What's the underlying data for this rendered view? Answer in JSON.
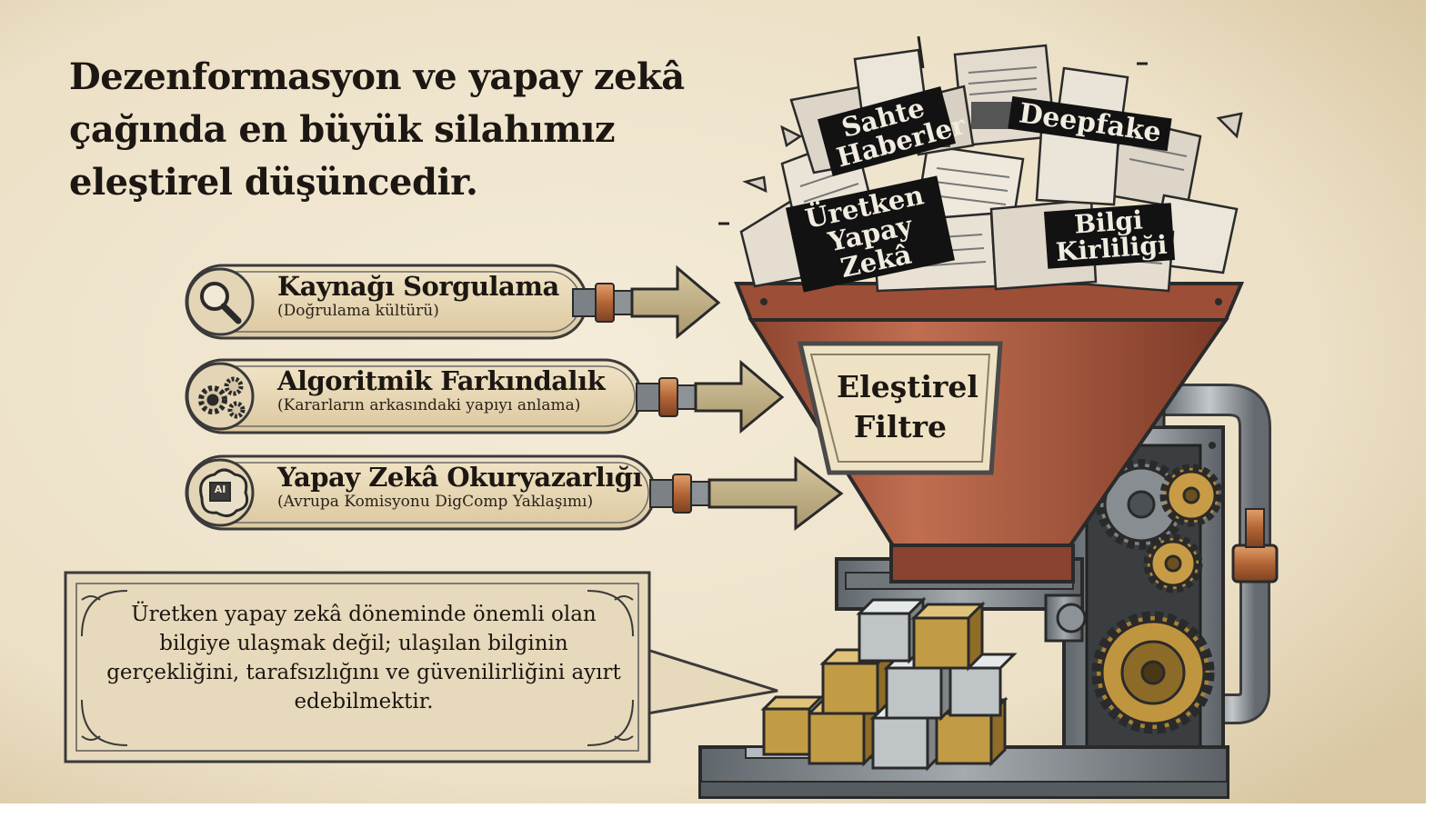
{
  "headline": "Dezenformasyon ve yapay zekâ çağında en büyük silahımız eleştirel düşüncedir.",
  "steps": [
    {
      "title": "Kaynağı Sorgulama",
      "subtitle": "(Doğrulama kültürü)",
      "icon": "magnifier-icon"
    },
    {
      "title": "Algoritmik Farkındalık",
      "subtitle": "(Kararların arkasındaki yapıyı anlama)",
      "icon": "gears-icon"
    },
    {
      "title": "Yapay Zekâ Okuryazarlığı",
      "subtitle": "(Avrupa Komisyonu DigComp Yaklaşımı)",
      "icon": "ai-chip-icon",
      "icon_text": "AI"
    }
  ],
  "quote": "Üretken yapay zekâ döneminde önemli olan bilgiye ulaşmak değil; ulaşılan bilginin gerçekliğini, tarafsızlığını ve güvenilirliğini ayırt edebilmektir.",
  "hopper_label": "Eleştirel Filtre",
  "inputs": [
    {
      "id": "fake-news",
      "text": "Sahte Haberler"
    },
    {
      "id": "deepfake",
      "text": "Deepfake"
    },
    {
      "id": "genai",
      "text": "Üretken Yapay Zekâ"
    },
    {
      "id": "info-pollution",
      "text": "Bilgi Kirliliği"
    }
  ],
  "colors": {
    "parchment": "#efe4cd",
    "ink": "#1c1712",
    "hopper": "#b56348",
    "copper": "#b8703f",
    "steel": "#8b9196",
    "gold_cube": "#c9a049",
    "silver_cube": "#c7cbcc",
    "tag_bg": "#121212"
  }
}
